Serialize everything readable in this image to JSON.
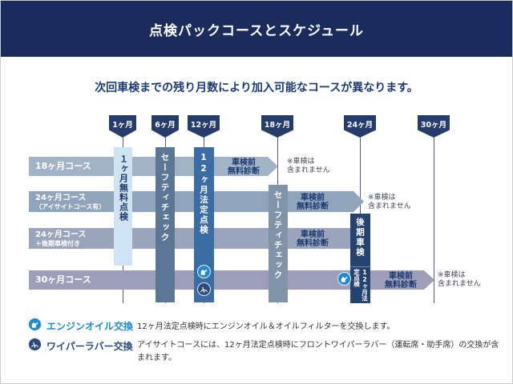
{
  "header": {
    "title": "点検パックコースとスケジュール"
  },
  "subtitle": "次回車検までの残り月数により加入可能なコースが異なります。",
  "timeline": {
    "markers": [
      {
        "label": "1ヶ月"
      },
      {
        "label": "6ヶ月"
      },
      {
        "label": "12ヶ月"
      },
      {
        "label": "18ヶ月"
      },
      {
        "label": "24ヶ月"
      },
      {
        "label": "30ヶ月"
      }
    ]
  },
  "courses": [
    {
      "label": "18ヶ月コース",
      "sublabel": ""
    },
    {
      "label": "24ヶ月コース",
      "sublabel": "（アイサイトコース有）"
    },
    {
      "label": "24ヶ月コース",
      "sublabel": "＋後期車検付き"
    },
    {
      "label": "30ヶ月コース",
      "sublabel": ""
    }
  ],
  "columns": {
    "first_month_free": "１ヶ月無料点検",
    "safety_check": "セーフティチェック",
    "legal_12month": "12ヶ月法定点検",
    "late_term_inspection": "後期車検",
    "legal_12month_small": "12ヶ月法定点検"
  },
  "annotations": {
    "pre_inspection_line1": "車検前",
    "pre_inspection_line2": "無料診断",
    "not_included_line1": "※車検は",
    "not_included_line2": "含まれません"
  },
  "legend": [
    {
      "icon": "engine-oil-icon",
      "label": "エンジンオイル交換",
      "desc": "12ヶ月法定点検時にエンジンオイル＆オイルフィルターを交換します。"
    },
    {
      "icon": "wiper-rubber-icon",
      "label": "ワイパーラバー交換",
      "desc": "アイサイトコースには、12ヶ月法定点検時にフロントワイパーラバー（運転席・助手席）の交換が含まれます。"
    }
  ],
  "colors": {
    "header_bg": "#1b2b5b",
    "accent_navy": "#1c3a70",
    "engine_oil_icon": "#1f8ac9",
    "wiper_icon": "#2a4a7b"
  }
}
